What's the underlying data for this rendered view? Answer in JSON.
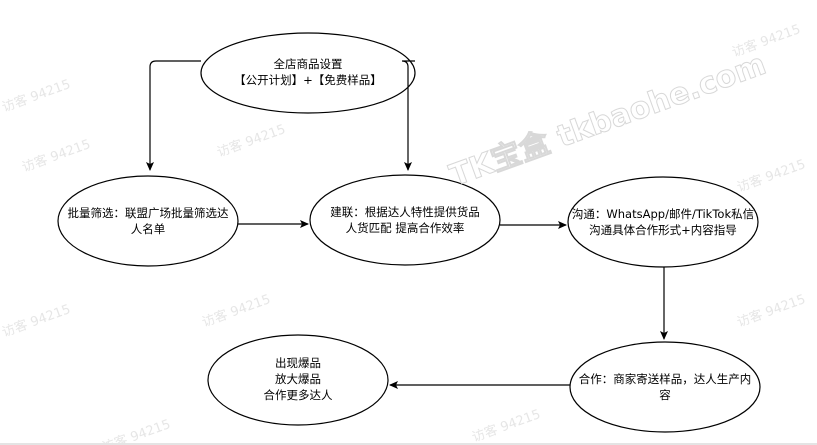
{
  "nodes": {
    "settings": [
      "全店商品设置",
      "【公开计划】+【免费样品】"
    ],
    "batch_filter": [
      "批量筛选：联盟广场批量筛选达人名单"
    ],
    "connect": [
      "建联：根据达人特性提供货品",
      "人货匹配 提高合作效率"
    ],
    "communicate": [
      "沟通：WhatsApp/邮件/TikTok私信",
      "沟通具体合作形式+内容指导"
    ],
    "cooperate": [
      "合作：商家寄送样品，达人生产内容"
    ],
    "result": [
      "出现爆品",
      "放大爆品",
      "合作更多达人"
    ]
  },
  "watermarks": {
    "visitor": "访客 94215",
    "brand": "TK宝盒 tkbaohe.com"
  }
}
